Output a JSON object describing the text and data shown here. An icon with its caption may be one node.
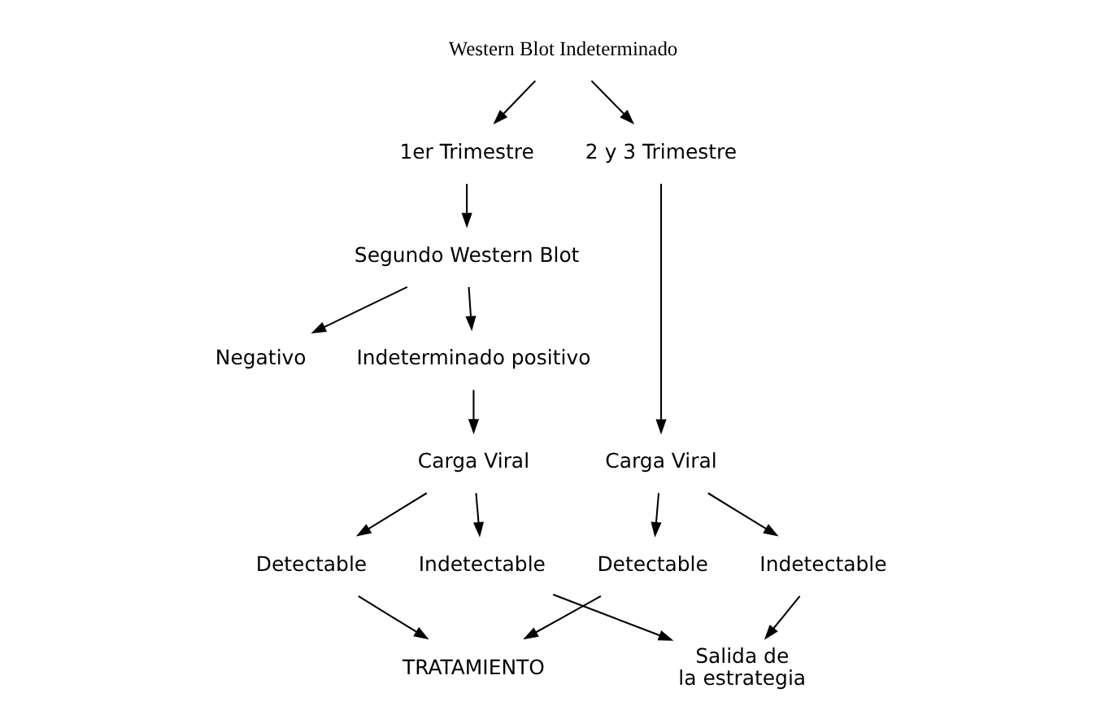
{
  "diagram": {
    "nodes": [
      {
        "text": [
          "Western Blot Indeterminado"
        ]
      },
      {
        "text": [
          "1er Trimestre"
        ]
      },
      {
        "text": [
          "2 y 3 Trimestre"
        ]
      },
      {
        "text": [
          "Segundo Western Blot"
        ]
      },
      {
        "text": [
          "Carga Viral"
        ]
      },
      {
        "text": [
          "Negativo"
        ]
      },
      {
        "text": [
          "Indeterminado positivo"
        ]
      },
      {
        "text": [
          "Indetectable"
        ]
      },
      {
        "text": [
          "Detectable"
        ]
      },
      {
        "text": [
          "Carga Viral"
        ]
      },
      {
        "text": [
          "Salida de la estrategia"
        ]
      },
      {
        "text": [
          "TRATAMIENTO"
        ]
      },
      {
        "text": [
          "Detectable"
        ]
      },
      {
        "text": [
          "Indetectable"
        ]
      }
    ],
    "edges": [
      {
        "from": 0,
        "to": 1,
        "arrow": "to"
      },
      {
        "from": 0,
        "to": 2,
        "arrow": "to"
      },
      {
        "from": 1,
        "to": 3,
        "arrow": "to"
      },
      {
        "from": 2,
        "to": 4,
        "arrow": "to"
      },
      {
        "from": 3,
        "to": 5,
        "arrow": "to"
      },
      {
        "from": 3,
        "to": 6,
        "arrow": "to"
      },
      {
        "from": 4,
        "to": 7,
        "arrow": "to"
      },
      {
        "from": 4,
        "to": 8,
        "arrow": "to"
      },
      {
        "from": 6,
        "to": 9,
        "arrow": "to"
      },
      {
        "from": 7,
        "to": 10,
        "arrow": "to"
      },
      {
        "from": 8,
        "to": 11,
        "arrow": "to"
      },
      {
        "from": 9,
        "to": 12,
        "arrow": "to"
      },
      {
        "from": 9,
        "to": 13,
        "arrow": "to"
      },
      {
        "from": 13,
        "to": 10,
        "arrow": "to"
      },
      {
        "from": 12,
        "to": 11,
        "arrow": "to"
      }
    ]
  }
}
